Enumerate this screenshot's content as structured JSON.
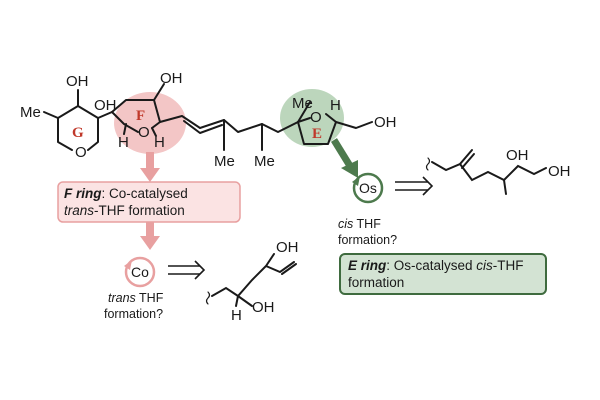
{
  "molecule": {
    "atoms": {
      "me_left": "Me",
      "oh_g_top": "OH",
      "oh_g_side": "OH",
      "o_g": "O",
      "h_f_left": "H",
      "o_f": "O",
      "h_f_right": "H",
      "oh_f_top": "OH",
      "me_chain1": "Me",
      "me_chain2": "Me",
      "me_e": "Me",
      "h_e": "H",
      "o_e": "O",
      "oh_end": "OH"
    },
    "rings": {
      "g": "G",
      "f": "F",
      "e": "E"
    }
  },
  "f_box": {
    "bold": "F ring",
    "rest": ": Co-catalysed",
    "line2_italic": "trans",
    "line2_rest": "-THF formation"
  },
  "co_cycle": {
    "label": "Co"
  },
  "co_caption": {
    "italic": "trans",
    "rest": " THF",
    "line2": "formation?"
  },
  "co_fragment": {
    "oh_top": "OH",
    "h": "H",
    "oh_bottom": "OH"
  },
  "os_cycle": {
    "label": "Os"
  },
  "os_caption": {
    "italic": "cis",
    "rest": " THF",
    "line2": "formation?"
  },
  "os_fragment": {
    "oh_1": "OH",
    "oh_2": "OH"
  },
  "e_box": {
    "bold": "E ring",
    "rest": ": Os-catalysed ",
    "italic": "cis",
    "rest2": "-THF",
    "line2": "formation"
  },
  "colors": {
    "pink_fill": "#f3c6c6",
    "pink_arrow": "#e8a0a0",
    "green_fill": "#bcd6bc",
    "green_arrow": "#4d7a4d",
    "box_pink_bg": "#fbe3e3",
    "box_green_bg": "#d3e3d3",
    "box_green_border": "#3f6b3f"
  }
}
